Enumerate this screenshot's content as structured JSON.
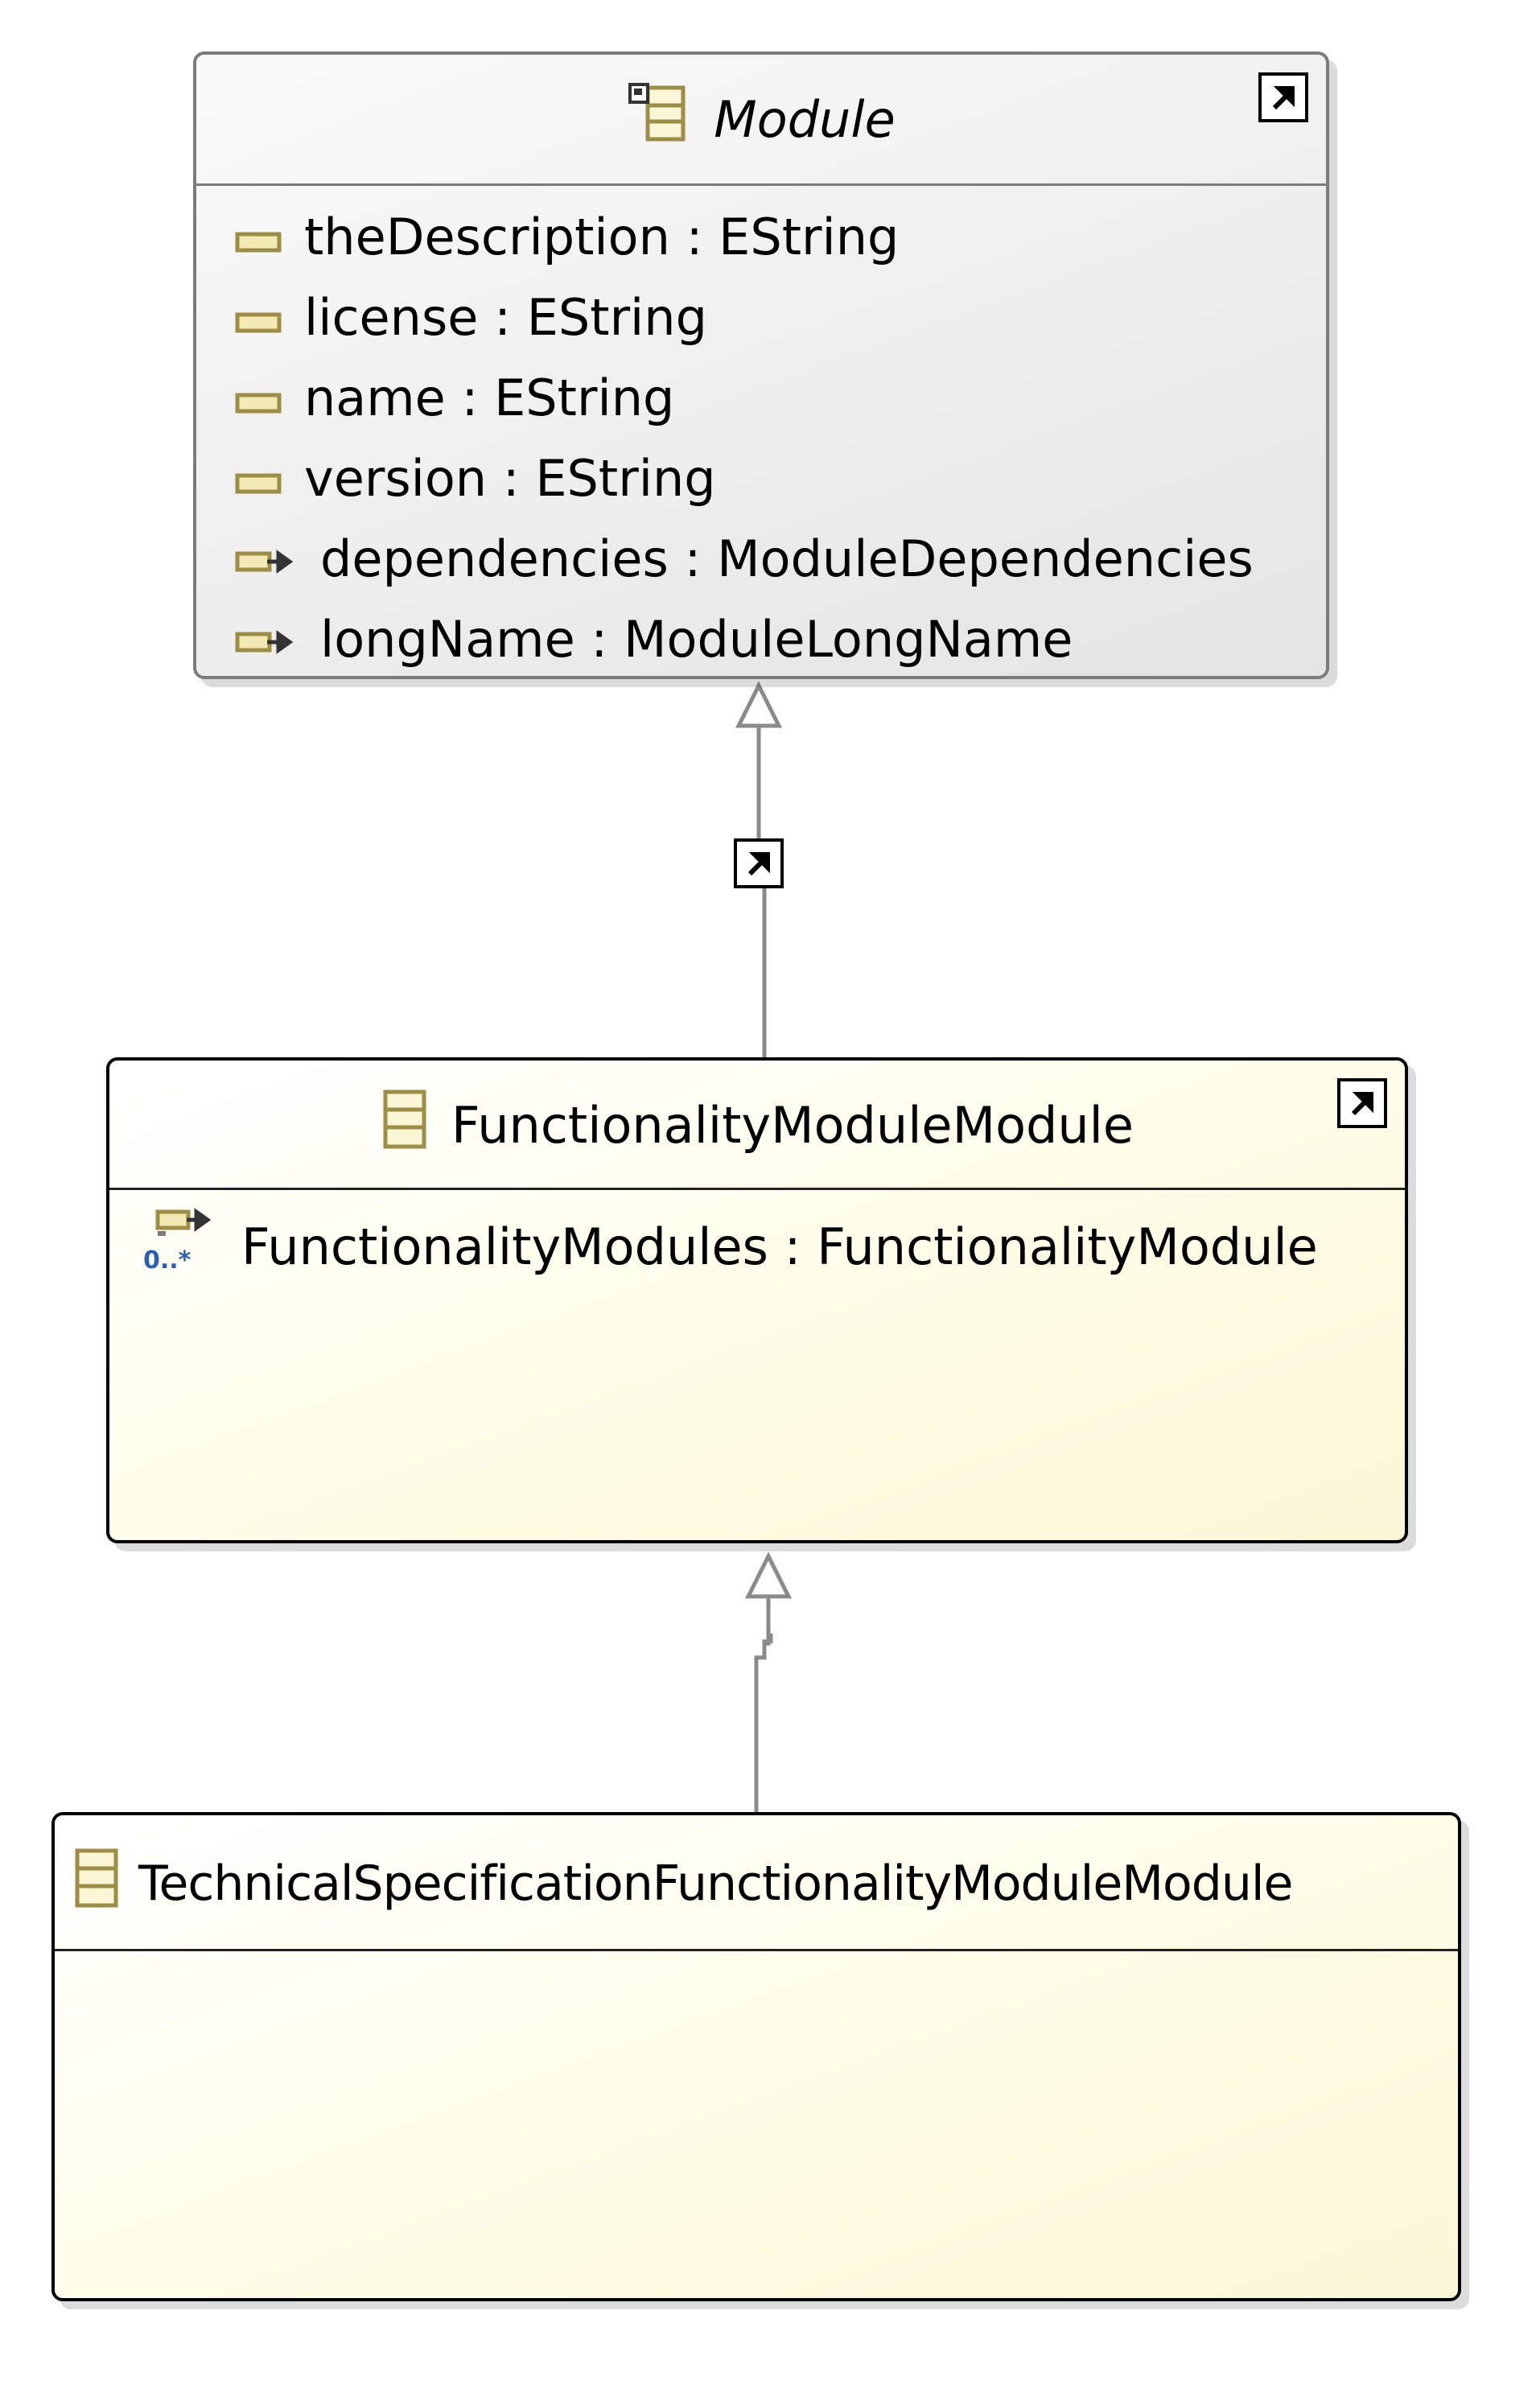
{
  "classes": {
    "module": {
      "name": "Module",
      "attributes": [
        {
          "label": "theDescription : EString",
          "icon": "attribute-icon"
        },
        {
          "label": "license : EString",
          "icon": "attribute-icon"
        },
        {
          "label": "name : EString",
          "icon": "attribute-icon"
        },
        {
          "label": "version : EString",
          "icon": "attribute-icon"
        },
        {
          "label": "dependencies : ModuleDependencies",
          "icon": "reference-icon"
        },
        {
          "label": "longName : ModuleLongName",
          "icon": "reference-icon"
        }
      ]
    },
    "functionality_module_module": {
      "name": "FunctionalityModuleModule",
      "attributes": [
        {
          "label": "FunctionalityModules : FunctionalityModule",
          "icon": "many-reference-icon",
          "multiplicity": "0..*"
        }
      ]
    },
    "technical_spec": {
      "name": "TechnicalSpecificationFunctionalityModuleModule",
      "attributes": []
    }
  },
  "colors": {
    "abstract_border": "#7b7b7b",
    "concrete_fill": "#fbf6d5",
    "attribute_icon": "#c9b86a",
    "multiplicity_blue": "#2b5fb3",
    "connector": "#8a8a8a"
  }
}
